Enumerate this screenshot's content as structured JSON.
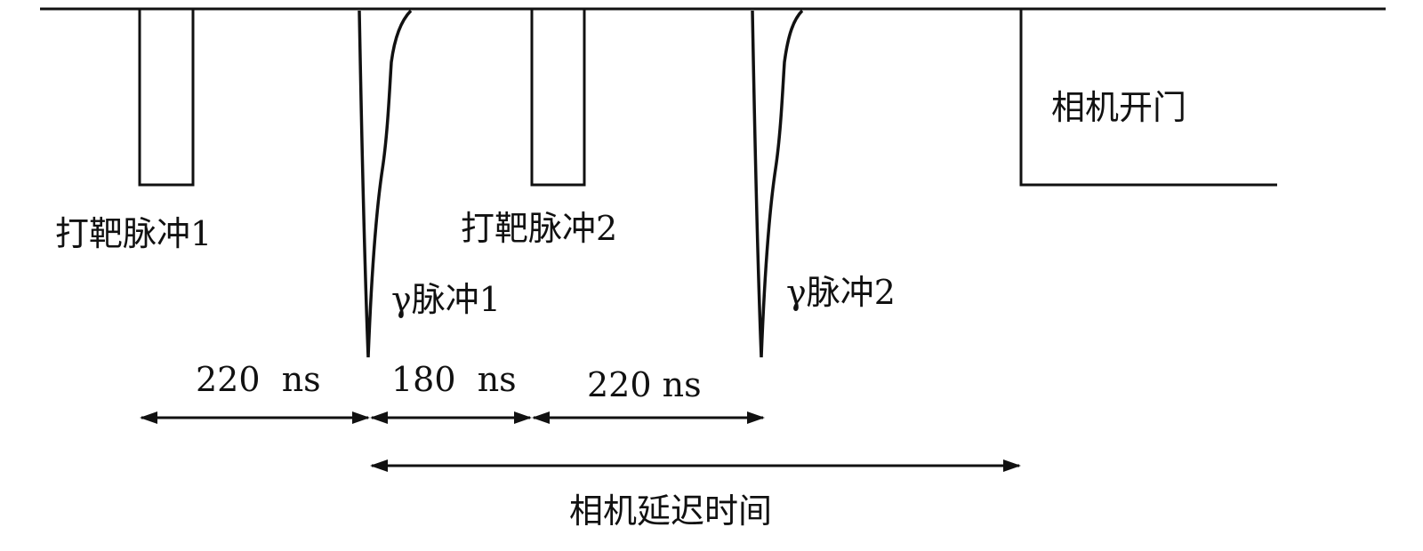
{
  "labels": {
    "target_pulse_1": "打靶脉冲1",
    "target_pulse_2": "打靶脉冲2",
    "gamma_pulse_1": "γ脉冲1",
    "gamma_pulse_2": "γ脉冲2",
    "camera_open": "相机开门",
    "camera_delay": "相机延迟时间"
  },
  "intervals": {
    "interval_1": "220  ns",
    "interval_2": "180  ns",
    "interval_3": "220 ns"
  },
  "colors": {
    "line": "#111111",
    "background": "#ffffff"
  }
}
